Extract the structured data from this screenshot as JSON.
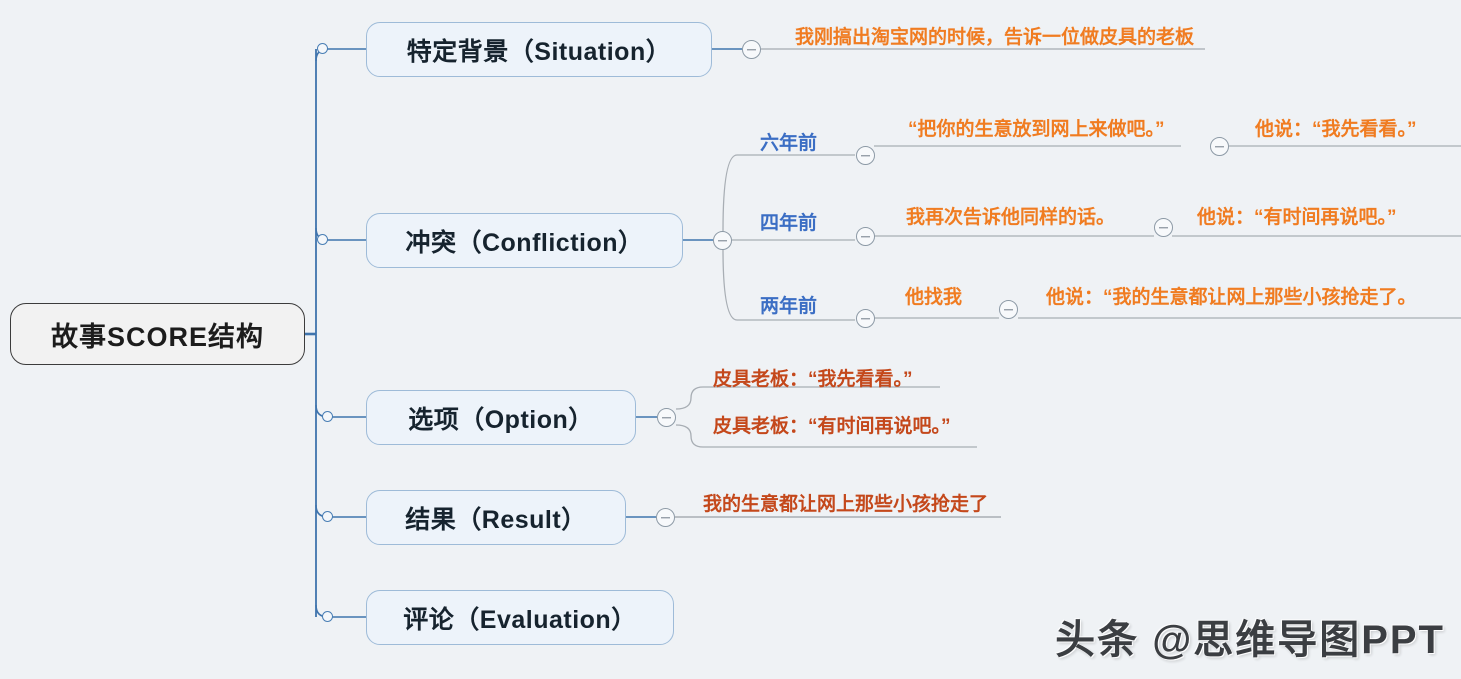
{
  "background_color": "#eff2f5",
  "palette": {
    "root_fill": "#f2f2f2",
    "root_border": "#3c3c3c",
    "branch_fill": "#edf3fa",
    "branch_border": "#9ebbd8",
    "trunk_line": "#3f74ad",
    "sub_line": "#a8aeb4",
    "orange_text": "#f07c21",
    "brick_text": "#c4481b",
    "blue_text": "#3b6ec4"
  },
  "root": {
    "label": "故事SCORE结构"
  },
  "branches": [
    {
      "id": "situation",
      "label": "特定背景（Situation）",
      "toggle_icon": "minus-circle-icon",
      "children": [
        {
          "label": "我刚搞出淘宝网的时候，告诉一位做皮具的老板",
          "color": "orange"
        }
      ]
    },
    {
      "id": "confliction",
      "label": "冲突（Confliction）",
      "toggle_icon": "minus-circle-icon",
      "rows": [
        {
          "time_label": "六年前",
          "statement": "“把你的生意放到网上来做吧。”",
          "reply": "他说：“我先看看。”"
        },
        {
          "time_label": "四年前",
          "statement": "我再次告诉他同样的话。",
          "reply": "他说：“有时间再说吧。”"
        },
        {
          "time_label": "两年前",
          "statement": "他找我",
          "reply": "他说：“我的生意都让网上那些小孩抢走了。"
        }
      ]
    },
    {
      "id": "option",
      "label": "选项（Option）",
      "toggle_icon": "minus-circle-icon",
      "children": [
        {
          "label": "皮具老板：“我先看看。”",
          "color": "brick"
        },
        {
          "label": "皮具老板：“有时间再说吧。”",
          "color": "brick"
        }
      ]
    },
    {
      "id": "result",
      "label": "结果（Result）",
      "toggle_icon": "minus-circle-icon",
      "children": [
        {
          "label": "我的生意都让网上那些小孩抢走了",
          "color": "brick"
        }
      ]
    },
    {
      "id": "evaluation",
      "label": "评论（Evaluation）",
      "toggle_icon": null,
      "children": []
    }
  ],
  "watermark": {
    "text": "头条 @思维导图PPT"
  }
}
